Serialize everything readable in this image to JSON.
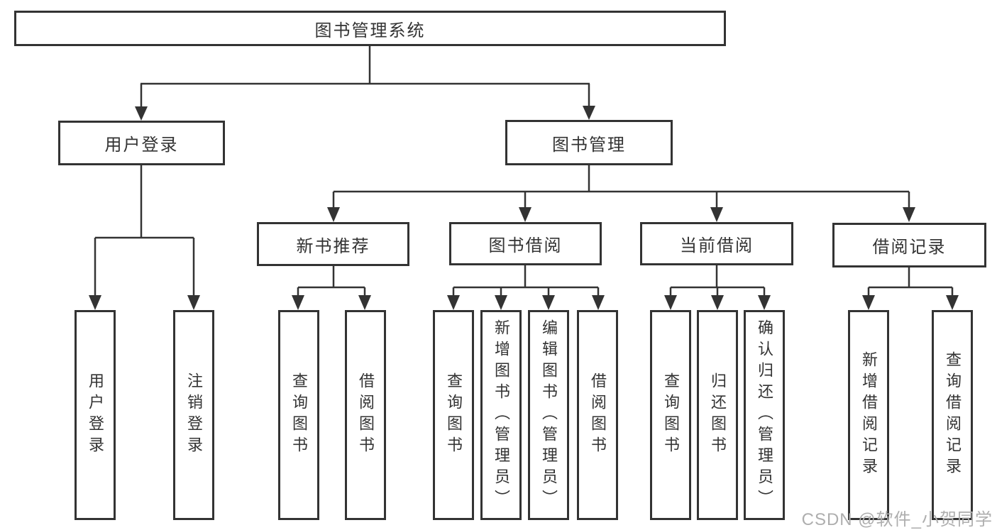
{
  "tree": {
    "root": "图书管理系统",
    "branches": [
      {
        "label": "用户登录",
        "children": [
          "用户登录",
          "注销登录"
        ]
      },
      {
        "label": "图书管理",
        "groups": [
          {
            "label": "新书推荐",
            "children": [
              "查询图书",
              "借阅图书"
            ]
          },
          {
            "label": "图书借阅",
            "children": [
              "查询图书",
              "新增图书（管理员）",
              "编辑图书（管理员）",
              "借阅图书"
            ]
          },
          {
            "label": "当前借阅",
            "children": [
              "查询图书",
              "归还图书",
              "确认归还（管理员）"
            ]
          },
          {
            "label": "借阅记录",
            "children": [
              "新增借阅记录",
              "查询借阅记录"
            ]
          }
        ]
      }
    ]
  },
  "watermark": "CSDN @软件_小贺同学",
  "colors": {
    "line": "#333333",
    "box_background": "#ffffff",
    "text": "#333333",
    "watermark": "#aeaeae"
  }
}
